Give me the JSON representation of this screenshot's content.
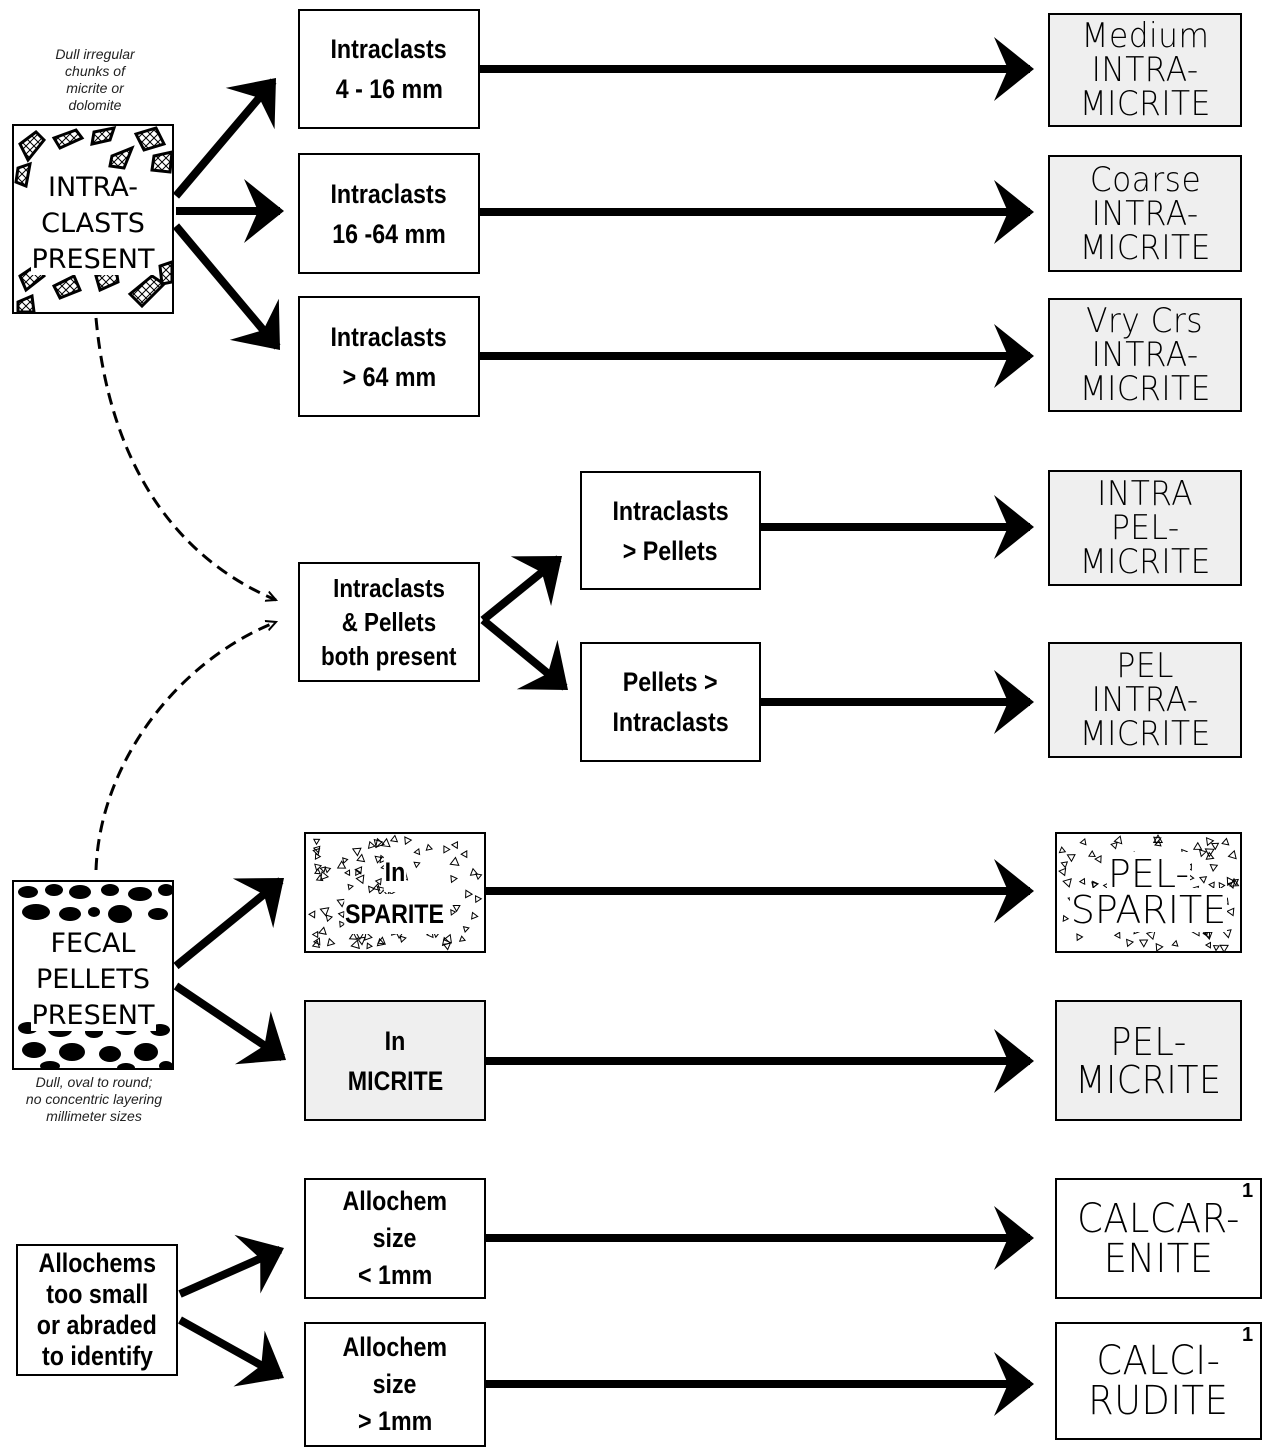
{
  "intraclasts_source": {
    "caption": [
      "Dull irregular",
      "chunks of",
      "micrite or",
      "dolomite"
    ],
    "label": [
      "INTRA-",
      "CLASTS",
      "PRESENT"
    ]
  },
  "pellets_source": {
    "label": [
      "FECAL",
      "PELLETS",
      "PRESENT"
    ],
    "caption": [
      "Dull, oval to round;",
      "no concentric layering",
      "millimeter sizes"
    ]
  },
  "allochems_source": {
    "label": [
      "Allochems",
      "too small",
      "or abraded",
      "to identify"
    ]
  },
  "intraclast_sizes": [
    {
      "label": [
        "Intraclasts",
        "4 - 16 mm"
      ],
      "result": [
        "Medium",
        "INTRA-",
        "MICRITE"
      ]
    },
    {
      "label": [
        "Intraclasts",
        "16 -64 mm"
      ],
      "result": [
        "Coarse",
        "INTRA-",
        "MICRITE"
      ]
    },
    {
      "label": [
        "Intraclasts",
        "> 64 mm"
      ],
      "result": [
        "Vry Crs",
        "INTRA-",
        "MICRITE"
      ]
    }
  ],
  "mixed": {
    "label": [
      "Intraclasts",
      "& Pellets",
      "both present"
    ],
    "branches": [
      {
        "label": [
          "Intraclasts",
          "> Pellets"
        ],
        "result": [
          "INTRA",
          "PEL-",
          "MICRITE"
        ]
      },
      {
        "label": [
          "Pellets >",
          "Intraclasts"
        ],
        "result": [
          "PEL",
          "INTRA-",
          "MICRITE"
        ]
      }
    ]
  },
  "pellet_matrix": [
    {
      "label": [
        "In",
        "SPARITE"
      ],
      "result": [
        "PEL-",
        "SPARITE"
      ]
    },
    {
      "label": [
        "In",
        "MICRITE"
      ],
      "result": [
        "PEL-",
        "MICRITE"
      ]
    }
  ],
  "allochem_sizes": [
    {
      "label": [
        "Allochem",
        "size",
        "< 1mm"
      ],
      "result": [
        "CALCAR-",
        "ENITE"
      ],
      "note": "1"
    },
    {
      "label": [
        "Allochem",
        "size",
        "> 1mm"
      ],
      "result": [
        "CALCI-",
        "RUDITE"
      ],
      "note": "1"
    }
  ]
}
